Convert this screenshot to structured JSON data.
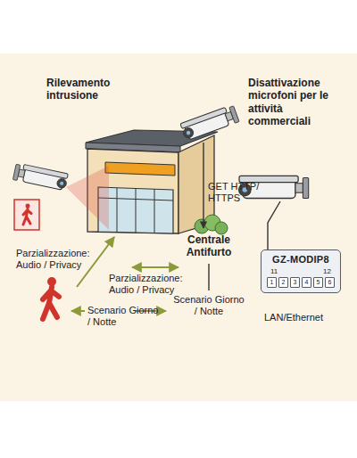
{
  "diagram": {
    "nodes": [
      {
        "text": [
          "GZ-MODIP8",
          "11",
          "12",
          "1",
          "2",
          "3",
          "4",
          "5",
          "6"
        ]
      }
    ],
    "labels": [
      "Rilevamento intrusione",
      "Disattivazione microfoni per le attività commerciali",
      "GET HTTP/ HTTPS",
      "Centrale Antifurto",
      "Parzializzazione: Audio / Privacy",
      "Parzializzazione: Audio / Privacy",
      "Scenario Giorno / Notte",
      "Scenario Giorno / Notte",
      "LAN/Ethernet"
    ]
  }
}
